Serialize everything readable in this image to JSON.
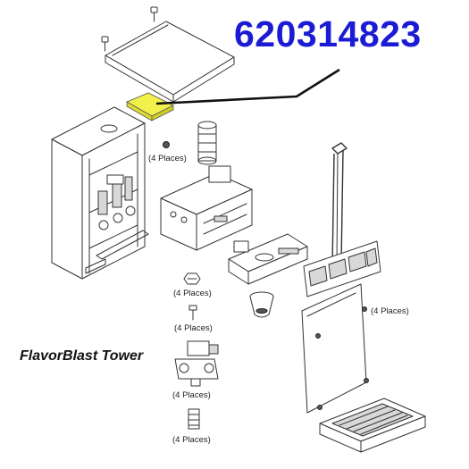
{
  "header": {
    "part_number": "620314823"
  },
  "caption": {
    "title": "FlavorBlast Tower"
  },
  "callouts": [
    "(4 Places)",
    "(4 Places)",
    "(4 Places)",
    "(4 Places)",
    "(4 Places)",
    "(4 Places)"
  ],
  "colors": {
    "part_number": "#1b1bd6",
    "highlighted_part": "#f2f04a",
    "leader_line": "#111111",
    "line_art": "#333333"
  }
}
